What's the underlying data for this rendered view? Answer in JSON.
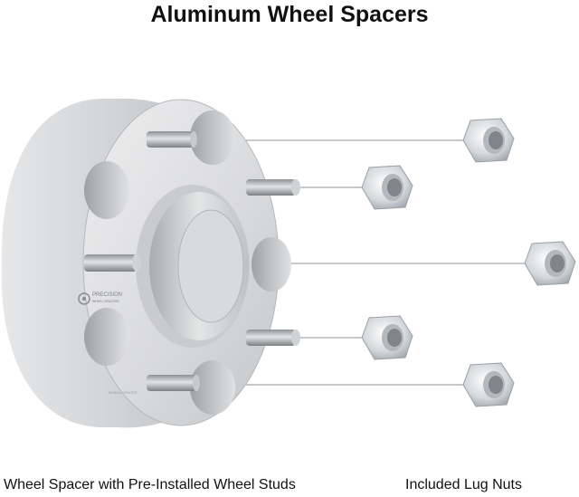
{
  "title": "Aluminum Wheel Spacers",
  "captions": {
    "left": "Wheel Spacer with Pre-Installed Wheel Studs",
    "right": "Included Lug Nuts"
  },
  "brand": {
    "logo_text": "PRECISION",
    "engraving": "WHEEL SPACER"
  },
  "colors": {
    "aluminum": "#c9cbce",
    "stud": "#b9bcbf",
    "lug_nut": "#d7dbdf",
    "lines": "#8f9398"
  },
  "lug_nut_count": 5,
  "stud_count": 5
}
